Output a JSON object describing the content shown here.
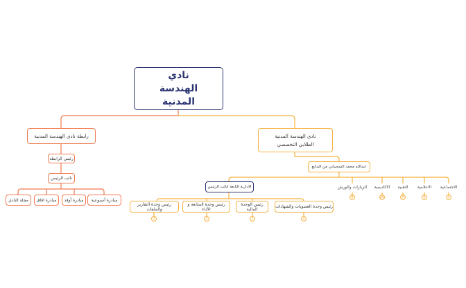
{
  "colors": {
    "root": "#2c3472",
    "left_branch": "#f07a50",
    "right_branch": "#f5b240"
  },
  "root": "نادي الهندسة المدنية",
  "left": {
    "title": "رابطة نادي الهندسة المدنية",
    "president": "رئيس الرابطة",
    "vice": "نائب الرئيس",
    "items": [
      "مبادرة أسبوعية",
      "مبادرة أوفد",
      "مبادرة افاق",
      "مجلة النادي"
    ]
  },
  "right": {
    "title": "نادي الهندسة المدنية الطلابي التخصصي",
    "leader": "عبدالله محمد السحيباني من البدايع",
    "committees": [
      {
        "label": "الاجتماعية",
        "count": "2"
      },
      {
        "label": "الاعلامية",
        "count": "6"
      },
      {
        "label": "التقنية",
        "count": "9"
      },
      {
        "label": "الاكاديمية",
        "count": "20"
      },
      {
        "label": "الزيارات والورش",
        "count": "8"
      }
    ],
    "admin": "الادارية التابعة لنائب الرئيس",
    "admin_units": [
      {
        "label": "رئيس وحدة العضويات والشهادات",
        "count": "2"
      },
      {
        "label": "رئيس الوحدة المالية",
        "count": "2"
      },
      {
        "label": "رئيس وحدة المتابعة و الأداء",
        "count": "2"
      },
      {
        "label": "رئيس وحدة التقارير والملفات",
        "count": "2"
      }
    ]
  }
}
